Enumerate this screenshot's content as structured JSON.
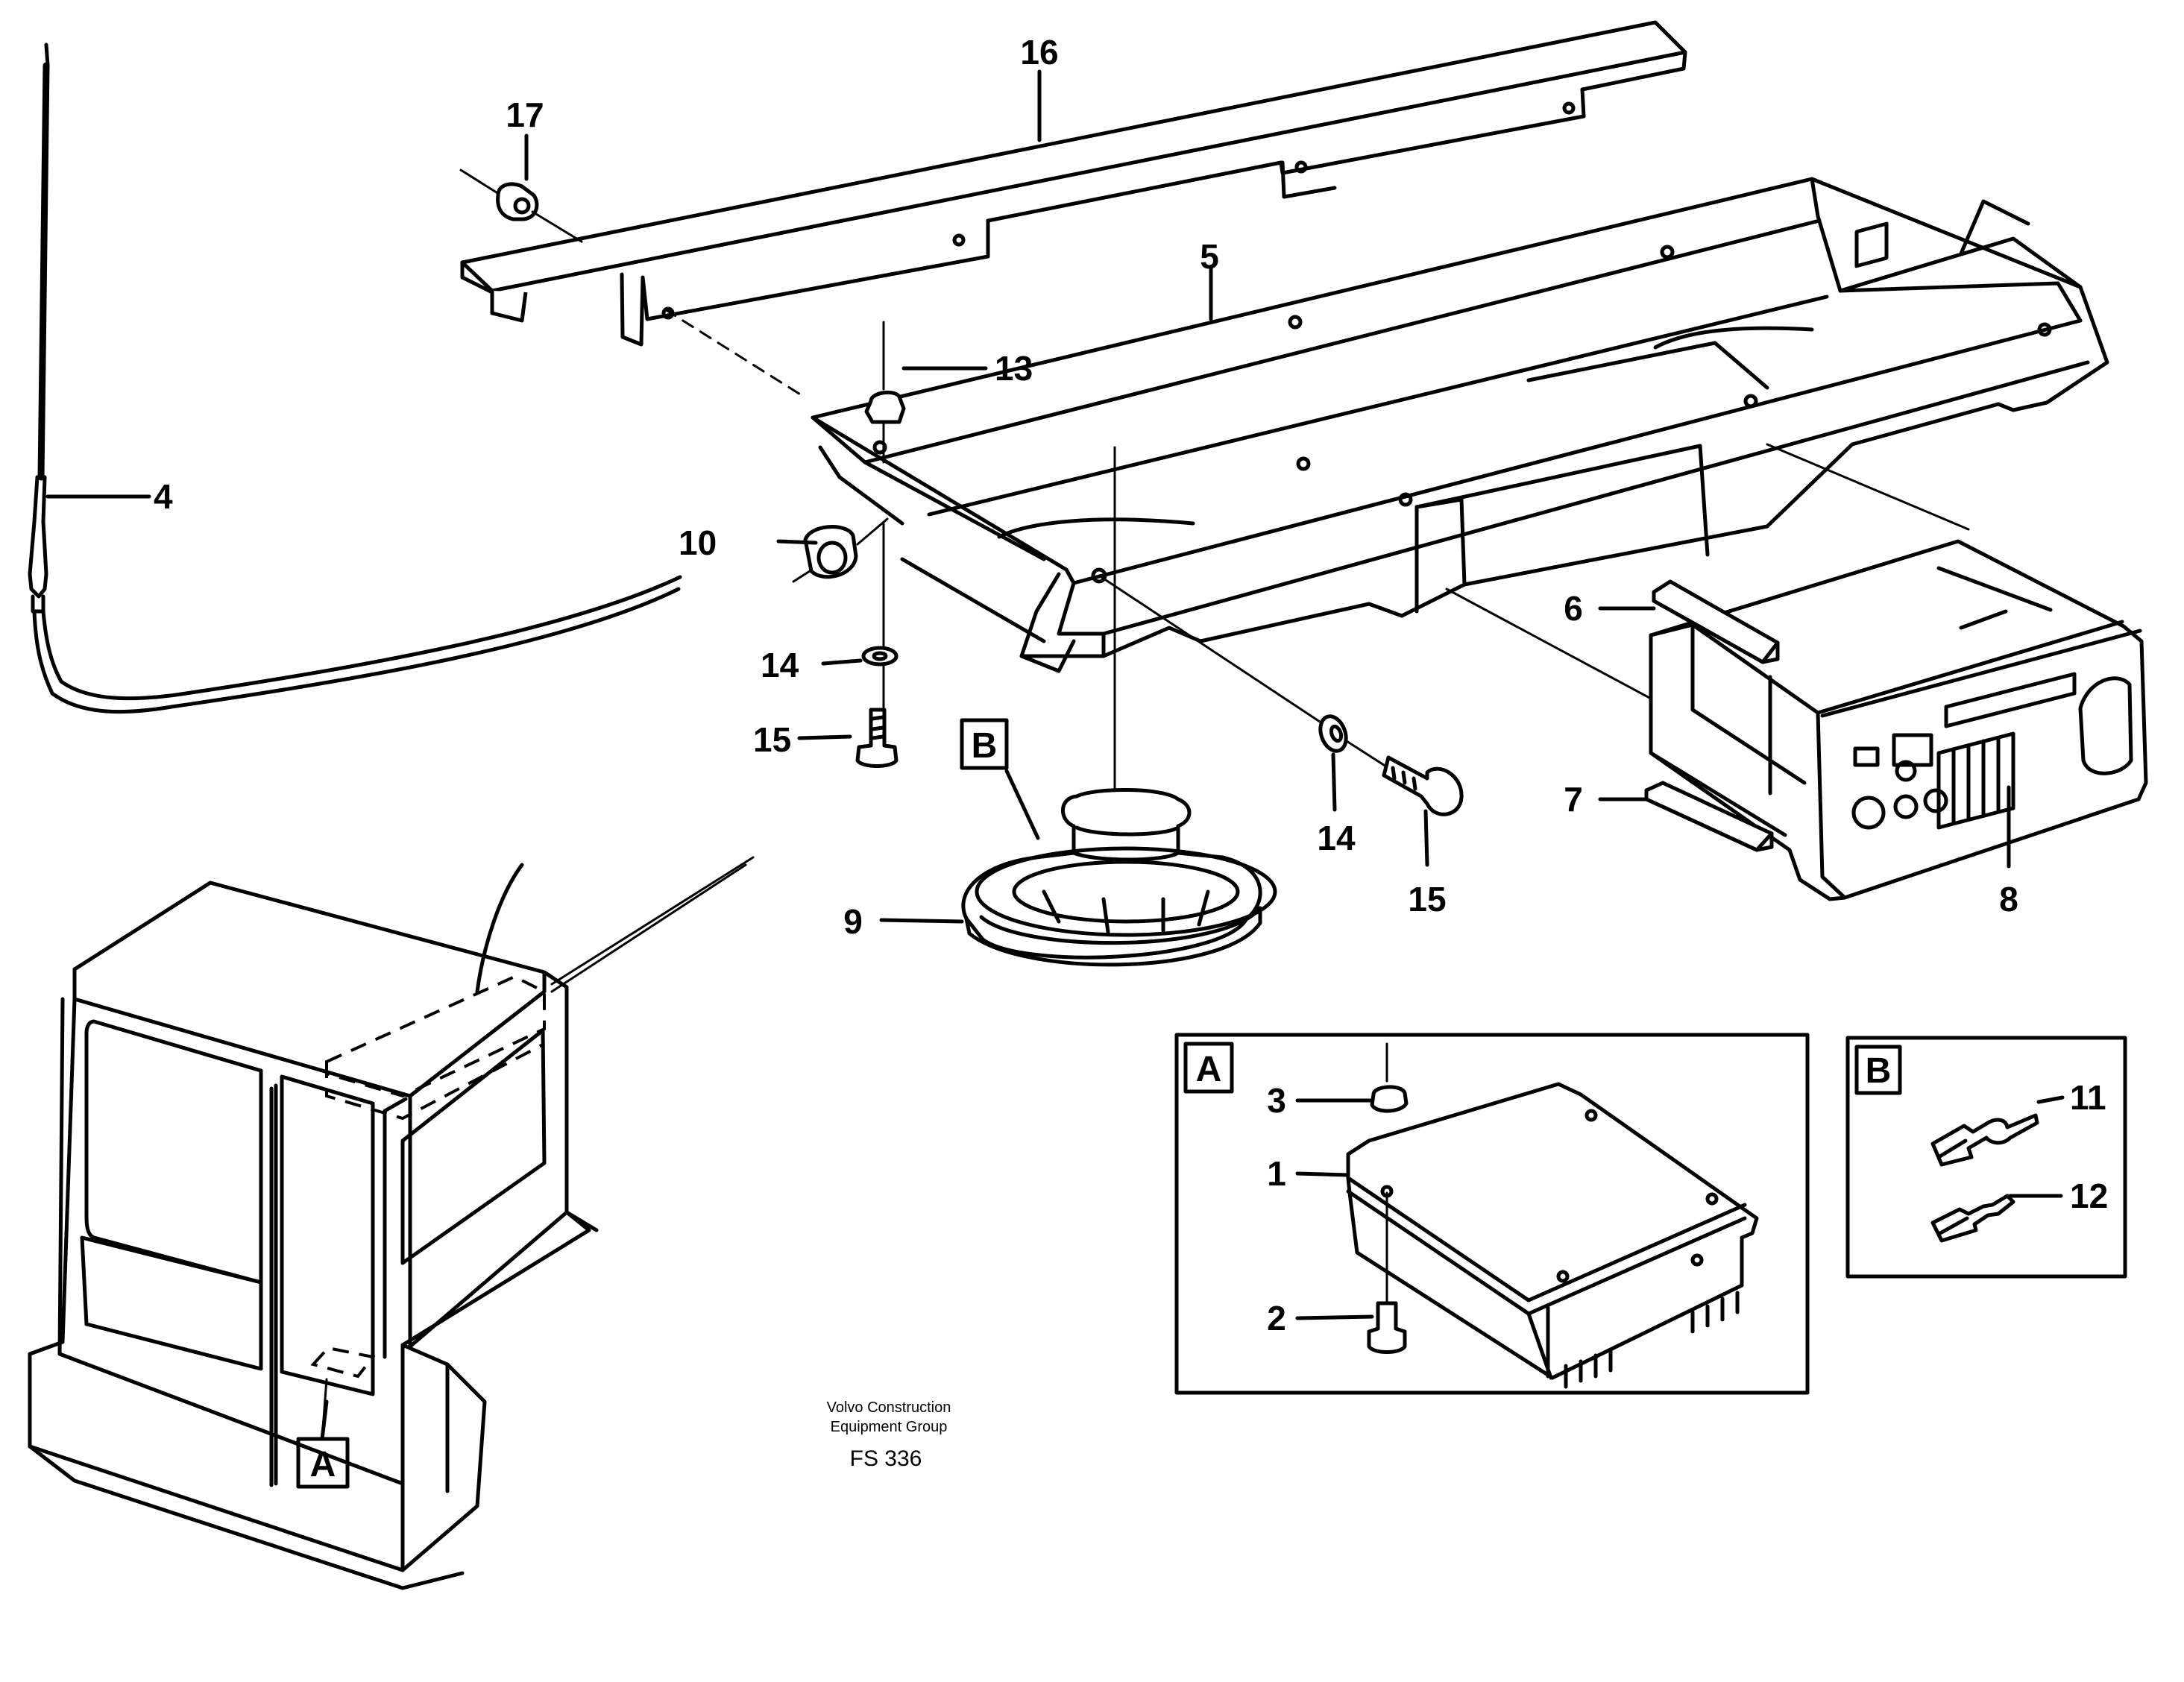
{
  "callouts": {
    "c1": "1",
    "c2": "2",
    "c3": "3",
    "c4": "4",
    "c5": "5",
    "c6": "6",
    "c7": "7",
    "c8": "8",
    "c9": "9",
    "c10": "10",
    "c11": "11",
    "c12": "12",
    "c13": "13",
    "c14a": "14",
    "c14b": "14",
    "c15a": "15",
    "c15b": "15",
    "c16": "16",
    "c17": "17"
  },
  "detail_labels": {
    "a_ref_cab": "A",
    "b_ref_speaker": "B",
    "a_box": "A",
    "b_box": "B"
  },
  "footer": {
    "line1": "Volvo Construction",
    "line2": "Equipment Group",
    "code": "FS 336"
  }
}
